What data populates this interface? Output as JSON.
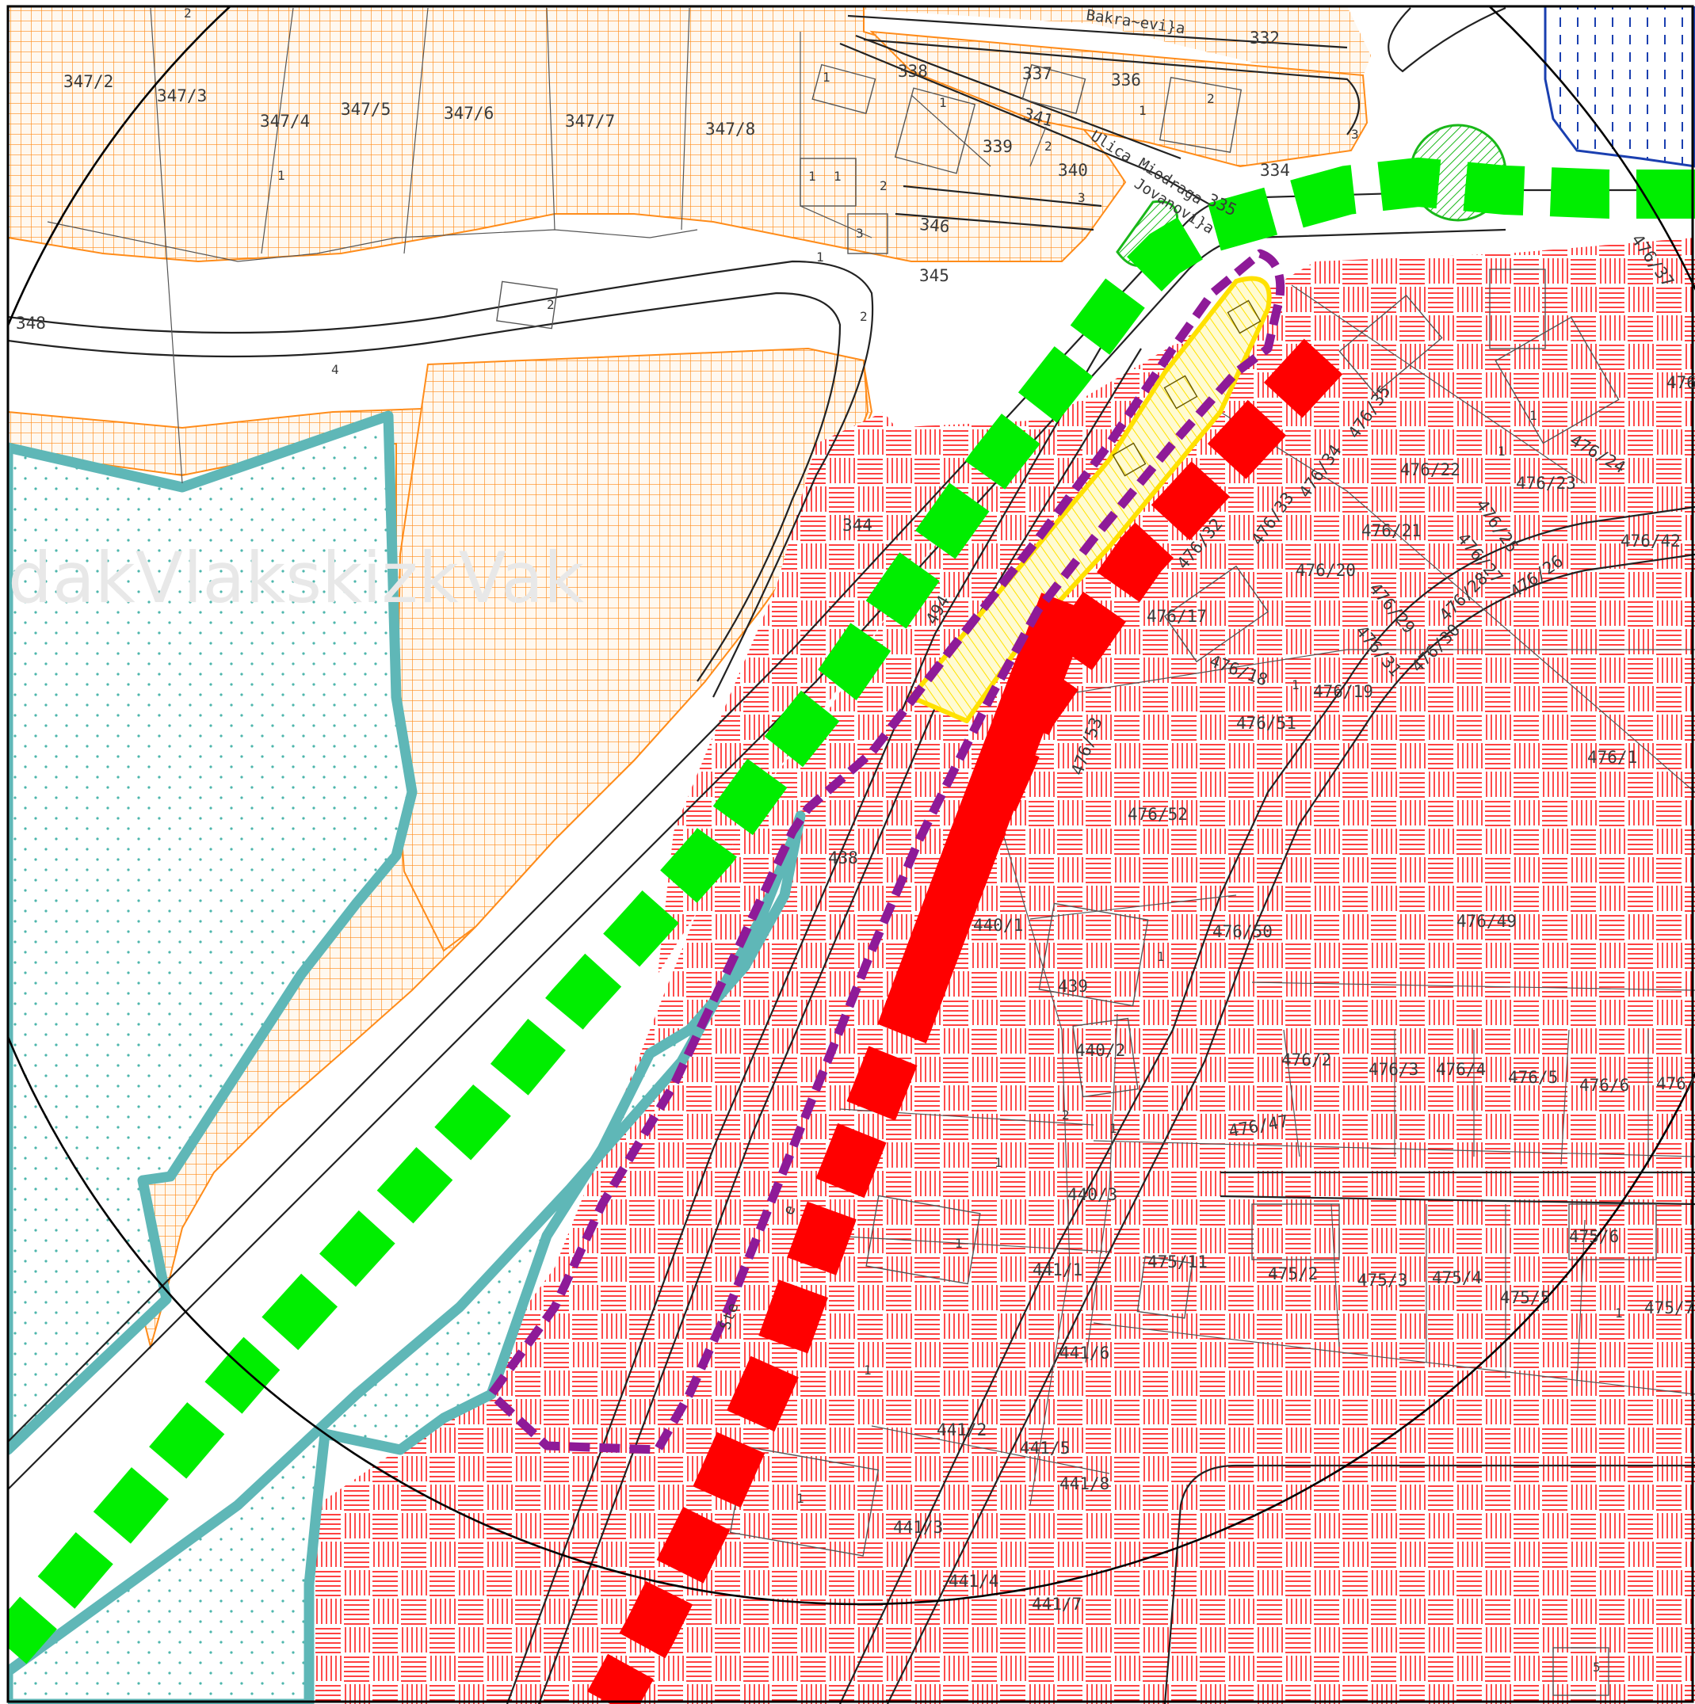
{
  "map": {
    "colors": {
      "residential_orange": "#ff8c1a",
      "zone_red": "#ff0000",
      "bike_green": "#00ee00",
      "teal_zone": "#5fb7b7",
      "teal_dots": "#4db6ac",
      "plan_purple": "#8e1a98",
      "project_yellow": "#ffe100",
      "water_blue": "#1a3fb0",
      "road_line": "#222222"
    },
    "street_labels": {
      "top": "Bakra~evi}a",
      "ulica": "Ulica",
      "miodraga": "Miodraga",
      "jovanovica": "Jovanovi}a",
      "lower": "Ste",
      "lower_e": "e"
    },
    "watermark": "dakVlakskizkVak",
    "parcels": {
      "p347_2": "347/2",
      "p347_3": "347/3",
      "p347_4": "347/4",
      "p347_5": "347/5",
      "p347_6": "347/6",
      "p347_7": "347/7",
      "p347_8": "347/8",
      "p338": "338",
      "p337": "337",
      "p336": "336",
      "p332": "332",
      "p341": "341",
      "p339": "339",
      "p340": "340",
      "p334": "334",
      "p335": "335",
      "p346": "346",
      "p345": "345",
      "p348": "348",
      "p344": "344",
      "p494": "494",
      "p438": "438",
      "p440_1": "440/1",
      "p439": "439",
      "p440_2": "440/2",
      "p440_3": "440/3",
      "p441_1": "441/1",
      "p441_6": "441/6",
      "p441_2": "441/2",
      "p441_5": "441/5",
      "p441_8": "441/8",
      "p441_3": "441/3",
      "p441_4": "441/4",
      "p441_7": "441/7",
      "p475_11": "475/11",
      "p475_2": "475/2",
      "p475_3": "475/3",
      "p475_4": "475/4",
      "p475_5": "475/5",
      "p475_6": "475/6",
      "p475_7": "475/7",
      "p476_50": "476/50",
      "p476_49": "476/49",
      "p476_2": "476/2",
      "p476_3": "476/3",
      "p476_4": "476/4",
      "p476_5": "476/5",
      "p476_6": "476/6",
      "p476_7": "476/",
      "p476_47": "476/47",
      "p476_52": "476/52",
      "p476_51": "476/51",
      "p476_53": "476/53",
      "p476_1": "476/1",
      "p476_19": "476/19",
      "p476_20": "476/20",
      "p476_21": "476/21",
      "p476_22": "476/22",
      "p476_23": "476/23",
      "p476_24": "476/24",
      "p476_25": "476/25",
      "p476_26": "476/26",
      "p476_27": "476/27",
      "p476_28": "476/28",
      "p476_29": "476/29",
      "p476_30": "476/30",
      "p476_31": "476/31",
      "p476_32": "476/32",
      "p476_33": "476/33",
      "p476_34": "476/34",
      "p476_35": "476/35",
      "p476_37": "476/37",
      "p476_42": "476/42",
      "p476_17": "476/17",
      "p476_18": "476/18",
      "p476_edge": "476",
      "p1": "1",
      "p2": "2",
      "p3": "3",
      "p4": "4",
      "p5": "5"
    }
  }
}
